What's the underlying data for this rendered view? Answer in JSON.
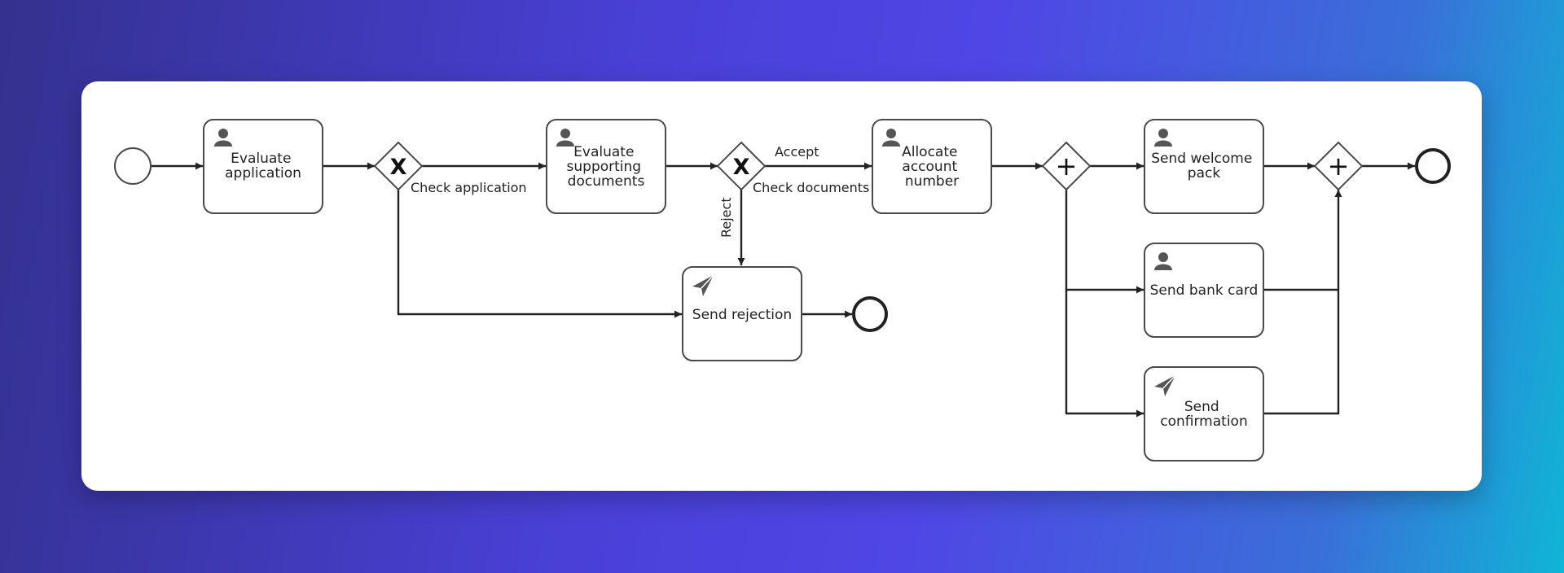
{
  "tasks": {
    "evaluate_application": [
      "Evaluate",
      "application"
    ],
    "evaluate_supporting_documents": [
      "Evaluate",
      "supporting",
      "documents"
    ],
    "allocate_account_number": [
      "Allocate",
      "account",
      "number"
    ],
    "send_welcome_pack": [
      "Send welcome",
      "pack"
    ],
    "send_bank_card": [
      "Send bank card"
    ],
    "send_confirmation": [
      "Send",
      "confirmation"
    ],
    "send_rejection": [
      "Send rejection"
    ]
  },
  "flow_labels": {
    "check_application": "Check application",
    "check_documents": "Check documents",
    "accept": "Accept",
    "reject": "Reject"
  },
  "gateway_symbols": {
    "exclusive": "X",
    "parallel": "+"
  },
  "icons": {
    "user_task": "user-icon",
    "send_task": "paper-plane-icon"
  },
  "colors": {
    "background_start": "#34318f",
    "background_mid": "#4f46e5",
    "background_end": "#0fb5d6",
    "card": "#ffffff"
  }
}
